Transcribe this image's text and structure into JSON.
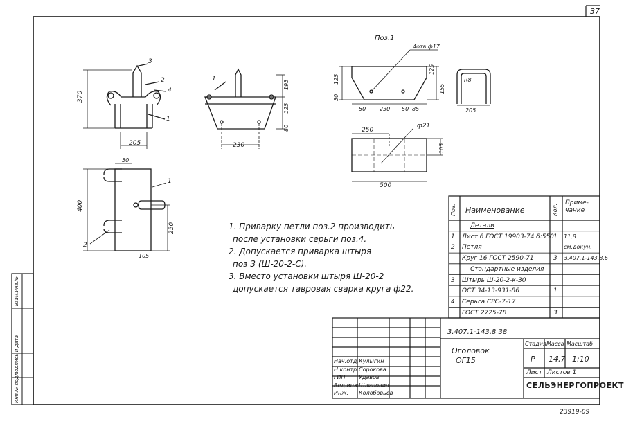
{
  "page_number": "37",
  "view_title": "Поз.1",
  "dimensions": {
    "front": {
      "height": "370",
      "width": "205",
      "label3": "3",
      "label2": "2",
      "label4": "4",
      "label1": "1"
    },
    "side": {
      "top": "195",
      "mid": "125",
      "bot": "80",
      "width": "230",
      "label1": "1"
    },
    "plate": {
      "hole": "4отв ф17",
      "h1": "125",
      "h2": "50",
      "h3": "155",
      "d1": "50",
      "d2": "230",
      "d3": "50",
      "d4": "85",
      "right": "125"
    },
    "loop": {
      "radius": "R8",
      "width": "205"
    },
    "bar": {
      "top": "250",
      "dia": "ф21",
      "h": "105",
      "len": "500"
    },
    "plan": {
      "top": "50",
      "mid": "400",
      "right": "250",
      "bot": "105",
      "label1": "1",
      "label2": "2"
    }
  },
  "notes": [
    "1. Приварку петли поз.2 производить",
    "после установки серьги поз.4.",
    "2. Допускается    приварка    штыря",
    "поз 3 (Ш-20-2-С).",
    "3. Вместо установки штыря Ш-20-2",
    "допускается тавровая сварка круга ф22."
  ],
  "spec": {
    "headers": {
      "pos": "Поз.",
      "name": "Наименование",
      "qty": "Кол.",
      "note": "Приме-\nчание"
    },
    "rows": [
      {
        "pos": "",
        "name": "Детали",
        "qty": "",
        "note": "",
        "underline": true
      },
      {
        "pos": "1",
        "name": "Лист 6 ГОСТ 19903-74  δ:550",
        "qty": "1",
        "note": "11,8"
      },
      {
        "pos": "2",
        "name": "Петля",
        "qty": "",
        "note": "см.докун."
      },
      {
        "pos": "",
        "name": "Круг 16  ГОСТ 2590-71",
        "qty": "3",
        "note": "3.407.1-143.8.6"
      },
      {
        "pos": "",
        "name": "Стандартные изделия",
        "qty": "",
        "note": "",
        "underline": true
      },
      {
        "pos": "3",
        "name": "Штырь  Ш-20-2-к-30",
        "qty": "",
        "note": ""
      },
      {
        "pos": "",
        "name": "ОСТ 34-13-931-86",
        "qty": "1",
        "note": ""
      },
      {
        "pos": "4",
        "name": "Серьга  СРС-7-17",
        "qty": "",
        "note": ""
      },
      {
        "pos": "",
        "name": "ГОСТ 2725-78",
        "qty": "3",
        "note": ""
      }
    ]
  },
  "title_block": {
    "doc_code": "3.407.1-143.8 38",
    "name_line1": "Оголовок",
    "name_line2": "ОГ15",
    "stage_header": "Стадия",
    "mass_header": "Масса",
    "scale_header": "Масштаб",
    "stage": "Р",
    "mass": "14,7",
    "scale": "1:10",
    "sheet_label": "Лист",
    "sheets_label": "Листов 1",
    "org": "СЕЛЬЭНЕРГОПРОЕКТ",
    "signers": [
      {
        "role": "Нач.отд.",
        "name": "Кулыгин"
      },
      {
        "role": "Н.контр.",
        "name": "Сорокова"
      },
      {
        "role": "ГИП",
        "name": "Удавов"
      },
      {
        "role": "Вед.инж.",
        "name": "Шлипович"
      },
      {
        "role": "Инж.",
        "name": "Колобовьев"
      }
    ]
  },
  "side_stamp": [
    "Инв.№ подл.",
    "Подпись и дата",
    "Взам.инв.№"
  ],
  "bottom_number": "23919-09"
}
